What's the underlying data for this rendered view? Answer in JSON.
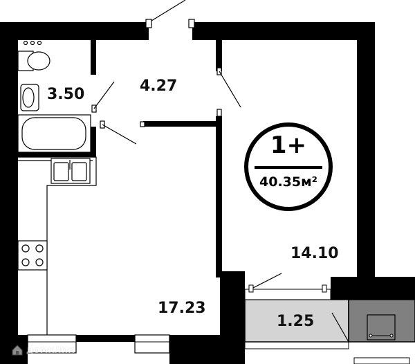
{
  "plan": {
    "apartment_type": "1+",
    "total_area": "40.35м²",
    "colors": {
      "wall": "#000000",
      "balcony": "#d4d4d4",
      "floor": "#ffffff"
    }
  },
  "rooms": [
    {
      "id": "bathroom",
      "area": "3.50"
    },
    {
      "id": "hallway",
      "area": "4.27"
    },
    {
      "id": "bedroom",
      "area": "14.10"
    },
    {
      "id": "kitchen-living",
      "area": "17.23"
    },
    {
      "id": "balcony",
      "area": "1.25"
    }
  ],
  "fixtures": [
    "toilet-icon",
    "washbasin-icon",
    "bathtub-icon",
    "sink-icon",
    "stove-icon"
  ],
  "watermark": {
    "text": "ДОМКЛИК",
    "icon": "house-logo-icon"
  }
}
